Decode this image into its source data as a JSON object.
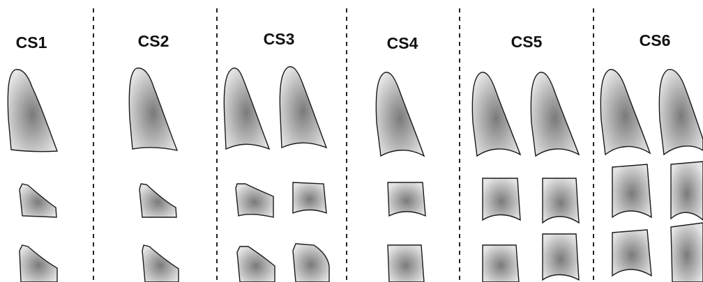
{
  "stages": [
    {
      "id": "cs1",
      "label": "CS1"
    },
    {
      "id": "cs2",
      "label": "CS2"
    },
    {
      "id": "cs3",
      "label": "CS3"
    },
    {
      "id": "cs4",
      "label": "CS4"
    },
    {
      "id": "cs5",
      "label": "CS5"
    },
    {
      "id": "cs6",
      "label": "CS6"
    }
  ],
  "colors": {
    "bone_light": "#e4e4e4",
    "bone_dark": "#7a7a7a",
    "outline": "#1a1a1a",
    "divider": "#222222",
    "background": "#ffffff"
  }
}
